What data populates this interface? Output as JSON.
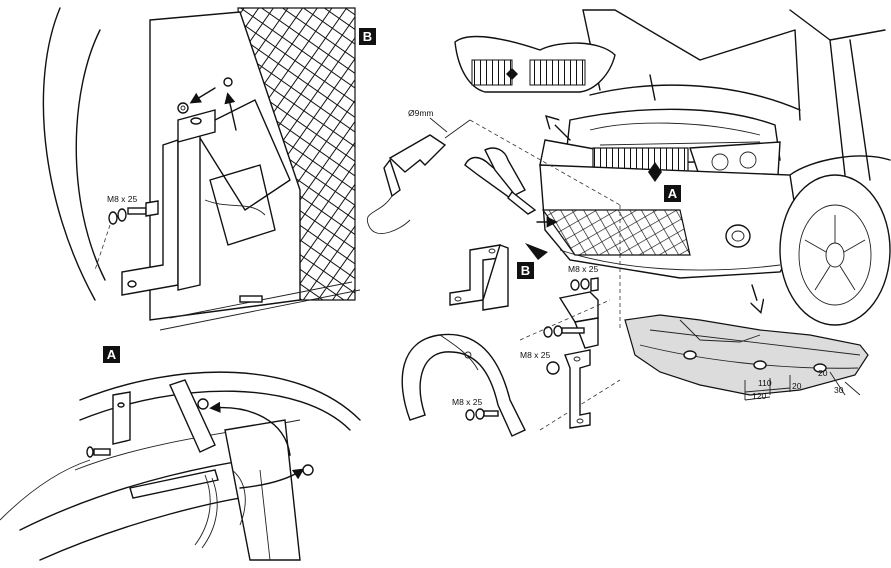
{
  "callouts": {
    "b_top": "B",
    "a_inset": "A",
    "a_main": "A",
    "b_main": "B"
  },
  "fasteners": {
    "bolt_b_inset": "M8 x 25",
    "bolt_bracket_top": "M8 x 25",
    "bolt_bracket_mid": "M8 x 25",
    "bolt_bracket_low": "M8 x 25"
  },
  "tools": {
    "drill_size": "Ø9mm"
  },
  "dimensions": {
    "d110": "110",
    "d20a": "20",
    "d120": "120",
    "d20b": "20",
    "d30": "30"
  },
  "colors": {
    "ink": "#111111",
    "paper": "#ffffff"
  }
}
